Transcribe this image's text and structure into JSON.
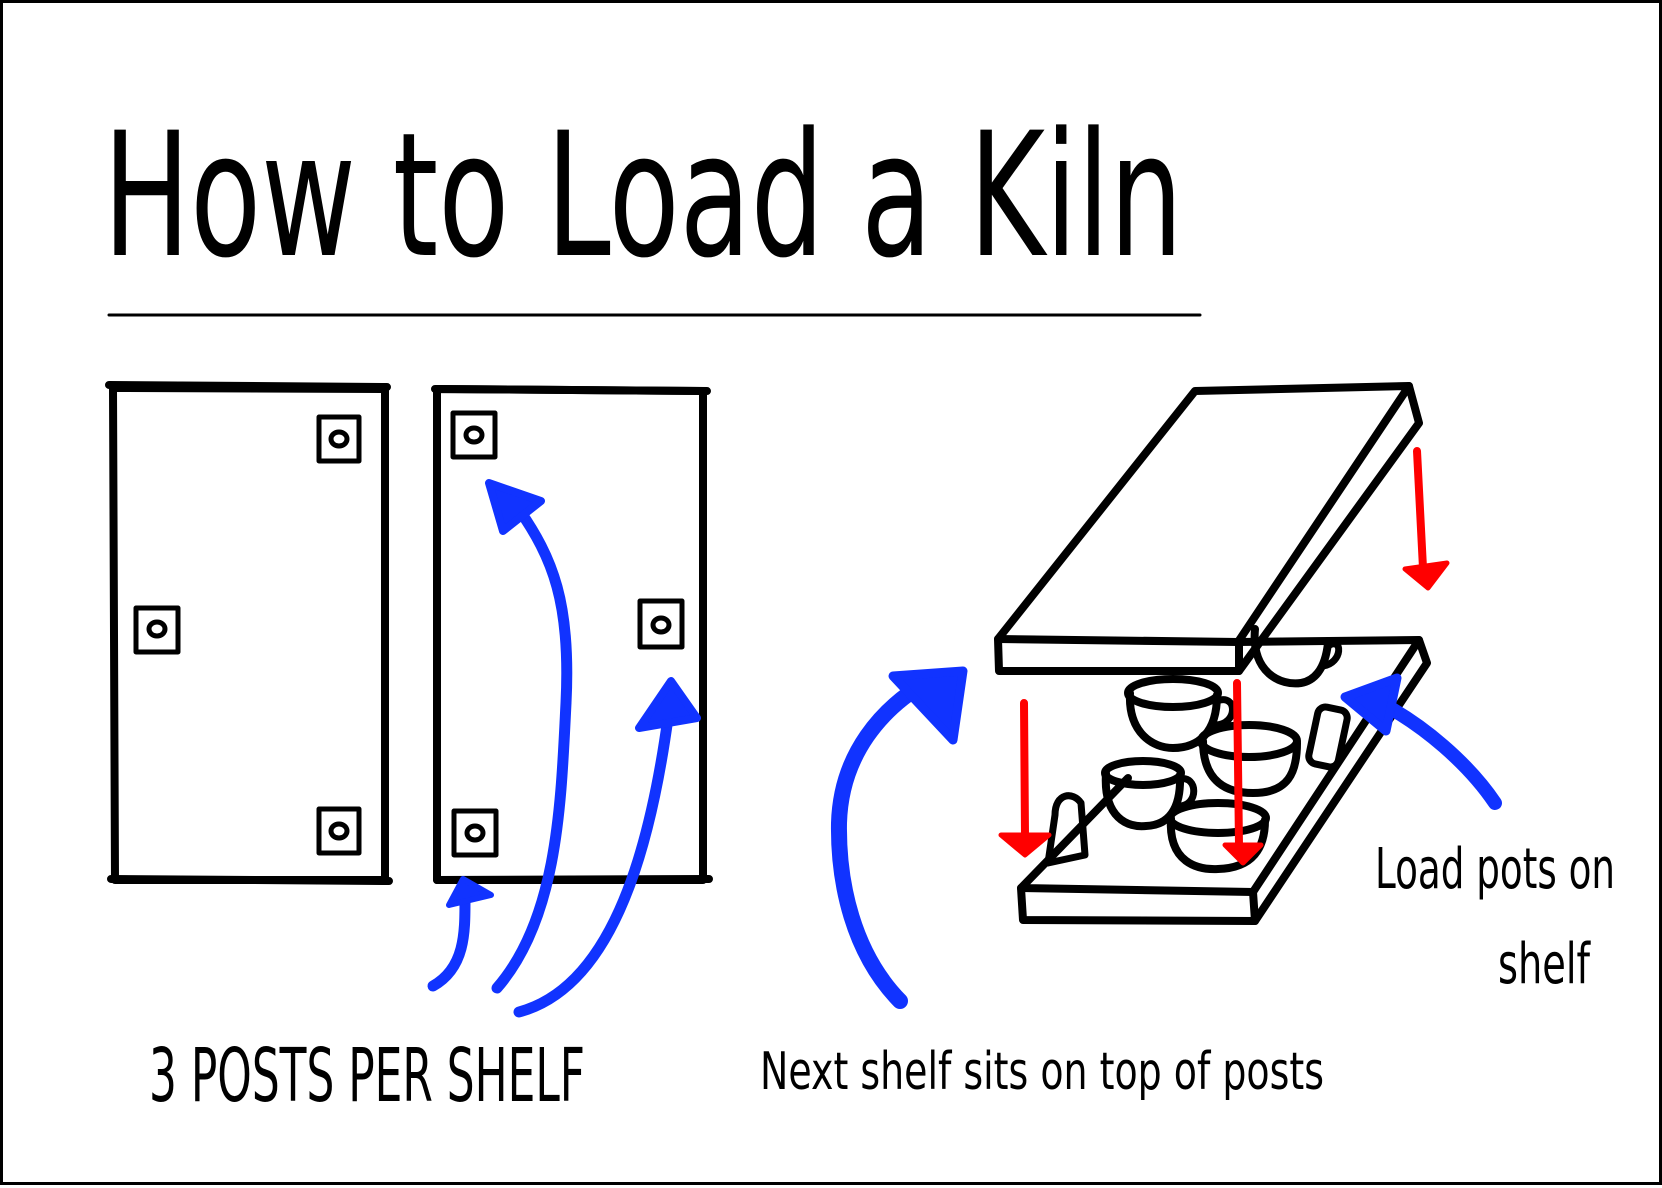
{
  "title": "How to Load a Kiln",
  "labels": {
    "posts": "3 POSTS PER SHELF",
    "next_shelf": "Next shelf sits on top of posts",
    "load_pots": "Load pots on shelf"
  },
  "colors": {
    "ink": "#000000",
    "blue_arrow": "#1133ff",
    "red_arrow": "#ff0000"
  }
}
